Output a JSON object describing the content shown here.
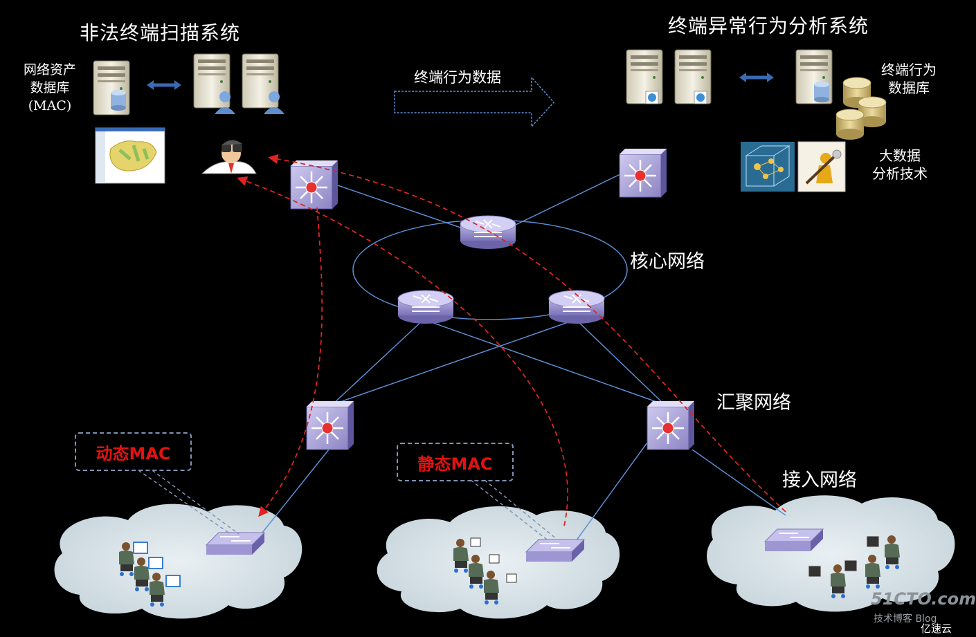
{
  "titles": {
    "illegal_scan": "非法终端扫描系统",
    "behavior_analysis": "终端异常行为分析系统"
  },
  "labels": {
    "asset_db_line1": "网络资产",
    "asset_db_line2": "数据库",
    "asset_db_line3": "(MAC)",
    "behavior_data": "终端行为数据",
    "behavior_db_line1": "终端行为",
    "behavior_db_line2": "数据库",
    "bigdata_line1": "大数据",
    "bigdata_line2": "分析技术",
    "core_network": "核心网络",
    "aggregation_network": "汇聚网络",
    "access_network": "接入网络",
    "dynamic_mac": "动态MAC",
    "static_mac": "静态MAC"
  },
  "watermark": {
    "site": "51CTO.com",
    "sub": "技术博客 Blog",
    "brand": "亿速云"
  },
  "colors": {
    "background": "#000000",
    "link": "#5b8fd6",
    "trace": "#e0231f",
    "cloud": "#d7e3ea",
    "switch": "#8f86c6"
  },
  "icons": {
    "server": "server-icon",
    "database": "database-icon",
    "router": "router-icon",
    "l3_switch": "layer3-switch-icon",
    "access_switch": "access-switch-icon",
    "user": "user-workstation-icon",
    "map": "map-icon",
    "scanner_person": "binoculars-person-icon"
  }
}
